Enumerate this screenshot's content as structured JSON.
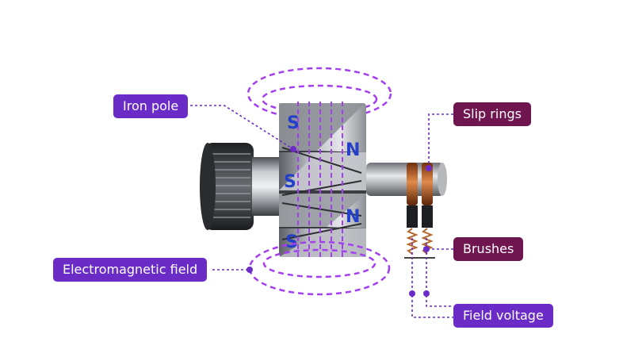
{
  "labels": {
    "iron_pole": "Iron pole",
    "electromagnetic_field": "Electromagnetic field",
    "slip_rings": "Slip rings",
    "brushes": "Brushes",
    "field_voltage": "Field voltage"
  },
  "poles": {
    "s_top": "S",
    "n_upper": "N",
    "s_middle": "S",
    "n_lower": "N",
    "s_bottom": "S"
  },
  "colors": {
    "field_purple": "#a43ff0",
    "label_purple": "#6b2bc7",
    "label_plum": "#6f1550",
    "pole_letter_blue": "#2440c8",
    "copper": "#c8652b"
  }
}
